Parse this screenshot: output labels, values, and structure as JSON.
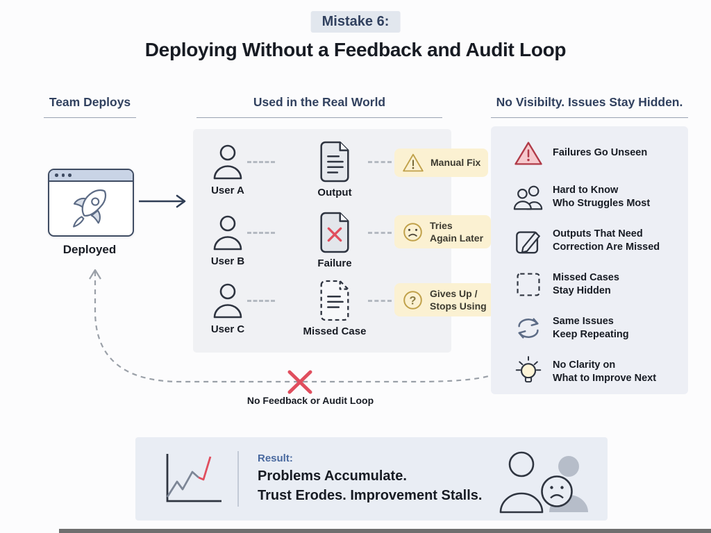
{
  "header": {
    "badge": "Mistake 6:",
    "title": "Deploying Without a Feedback and Audit Loop"
  },
  "columns": {
    "left": {
      "heading": "Team Deploys",
      "card_label": "Deployed",
      "card_icon": "rocket-in-browser-window"
    },
    "middle": {
      "heading": "Used in the Real World",
      "rows": [
        {
          "user": "User A",
          "user_icon": "person",
          "doc_label": "Output",
          "doc_icon": "document-lines",
          "outcome_icon": "warning-triangle",
          "outcome_line1": "Manual Fix",
          "outcome_line2": ""
        },
        {
          "user": "User B",
          "user_icon": "person",
          "doc_label": "Failure",
          "doc_icon": "document-red-x",
          "outcome_icon": "sad-face",
          "outcome_line1": "Tries",
          "outcome_line2": "Again Later"
        },
        {
          "user": "User C",
          "user_icon": "person",
          "doc_label": "Missed Case",
          "doc_icon": "document-dashed",
          "outcome_icon": "question-circle",
          "outcome_line1": "Gives Up /",
          "outcome_line2": "Stops Using"
        }
      ]
    },
    "right": {
      "heading": "No Visibilty. Issues Stay Hidden.",
      "items": [
        {
          "icon": "alert-triangle",
          "line1": "Failures Go Unseen",
          "line2": ""
        },
        {
          "icon": "people-pair",
          "line1": "Hard to Know",
          "line2": "Who Struggles Most"
        },
        {
          "icon": "edit-note",
          "line1": "Outputs That Need",
          "line2": "Correction Are Missed"
        },
        {
          "icon": "dashed-box",
          "line1": "Missed Cases",
          "line2": "Stay Hidden"
        },
        {
          "icon": "repeat-arrows",
          "line1": "Same Issues",
          "line2": "Keep Repeating"
        },
        {
          "icon": "lightbulb",
          "line1": "No Clarity on",
          "line2": "What to Improve Next"
        }
      ]
    }
  },
  "flow": {
    "deploy_arrow_icon": "right-arrow",
    "feedback_x_icon": "red-x",
    "feedback_label": "No Feedback or Audit Loop"
  },
  "result": {
    "label": "Result:",
    "line1": "Problems Accumulate.",
    "line2": "Trust Erodes. Improvement Stalls.",
    "left_icon": "rising-line-chart",
    "right_icon": "frustrated-users"
  },
  "icons": {
    "question_glyph": "?"
  },
  "colors": {
    "badge_bg": "#e2e7ee",
    "navy": "#31415f",
    "ink": "#171b23",
    "body_ink": "#23272f",
    "underline": "#9aa3b3",
    "panel_gray": "#f0f1f4",
    "panel_blue": "#edeff5",
    "yellow_bg": "#fbf1d2",
    "yellow_stroke": "#c0a14a",
    "yellow_ink": "#3c3a30",
    "red": "#e04e5e",
    "red_dark": "#b03a47",
    "pink_fill": "#f6c9cd",
    "icon_ink": "#2f3540",
    "slate": "#5d6c86",
    "blue_accent": "#49699f",
    "dash_gray": "#9aa0a8",
    "connector": "#b4b9c1",
    "doc_fill": "#e6e9ee",
    "card_border": "#3f4c63",
    "titlebar": "#c9d4e6",
    "result_bg": "#e9edf4",
    "silhouette": "#b6bdc9"
  }
}
